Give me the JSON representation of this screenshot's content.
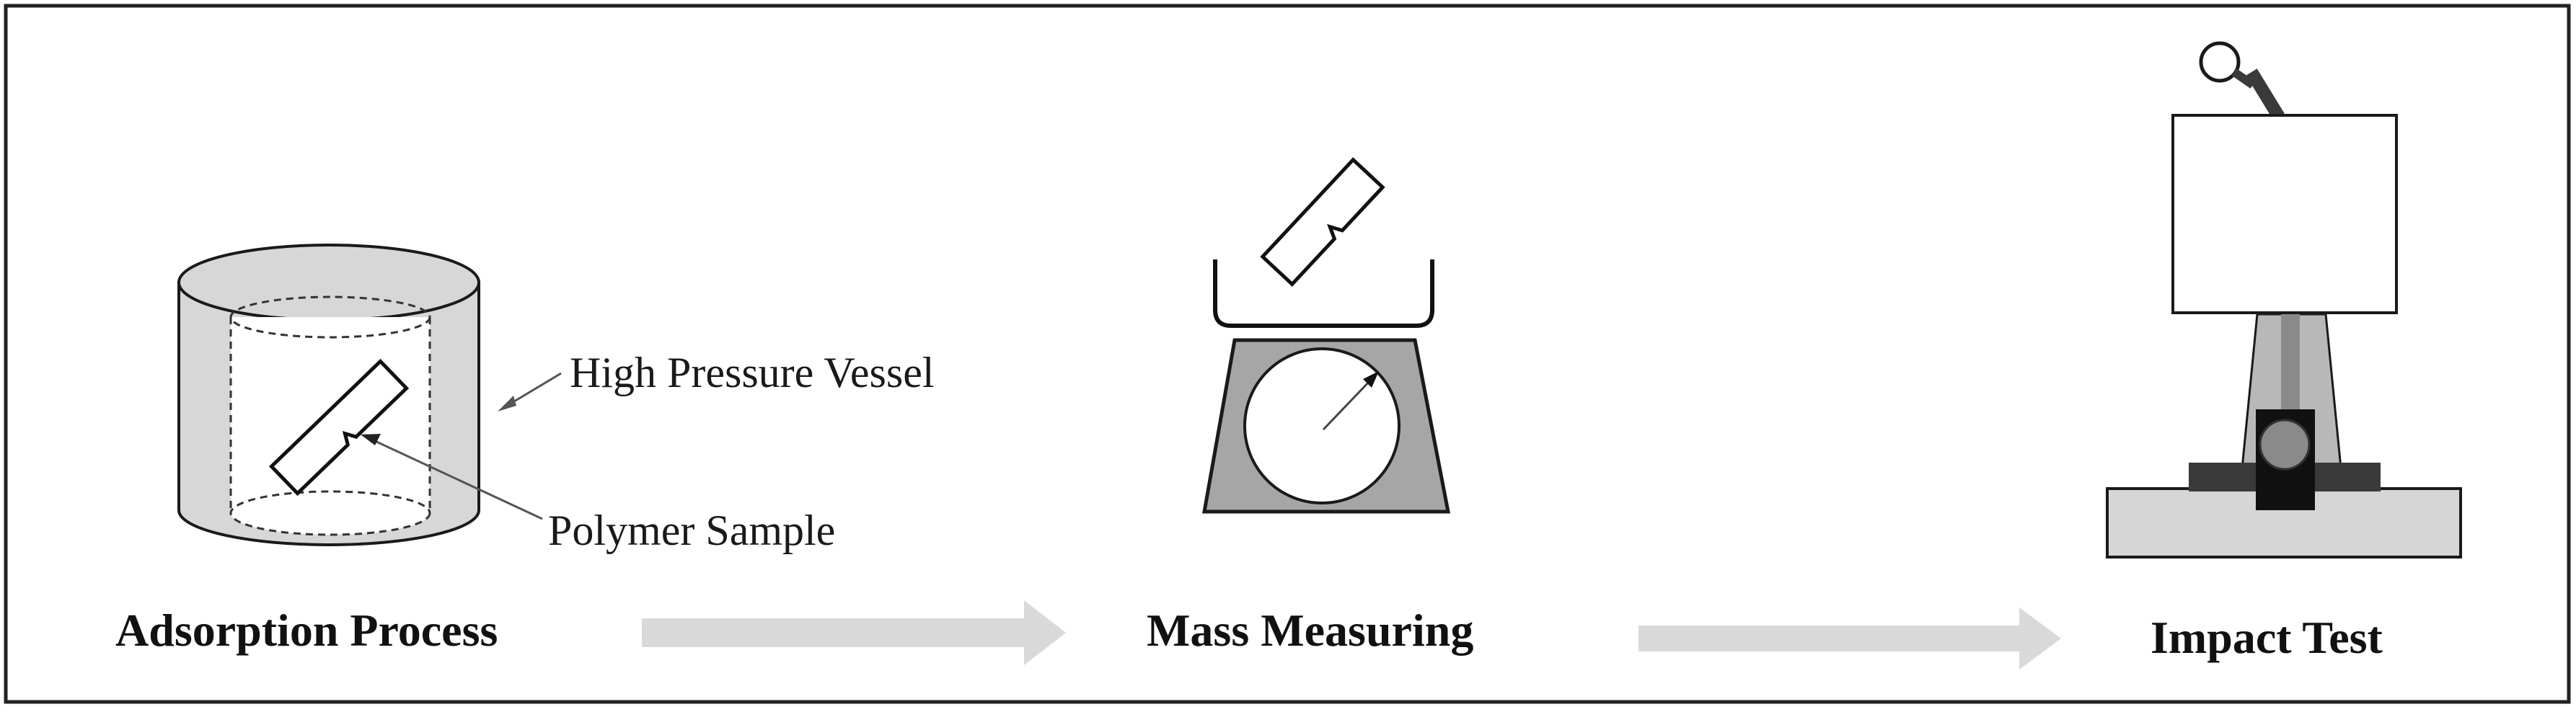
{
  "colors": {
    "border": "#222222",
    "outline": "#1a1a1a",
    "vessel_fill": "#d7d7d7",
    "scale_fill": "#a6a6a6",
    "flow_arrow": "#d9d9d9",
    "base_fill": "#d6d6d6",
    "dark_bar": "#3a3a3a",
    "column": "#b8b8b8",
    "pendulum": "#8a8a8a"
  },
  "labels": {
    "vessel": "High Pressure Vessel",
    "sample": "Polymer Sample"
  },
  "stages": [
    {
      "label": "Adsorption Process",
      "icon": "high-pressure-vessel"
    },
    {
      "label": "Mass Measuring",
      "icon": "weighing-scale"
    },
    {
      "label": "Impact Test",
      "icon": "impact-tester"
    }
  ]
}
